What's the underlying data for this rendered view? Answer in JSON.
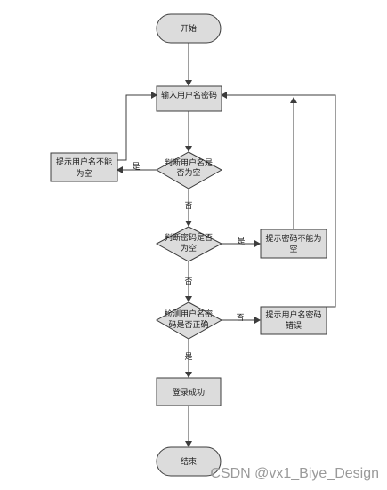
{
  "nodes": {
    "start": "开始",
    "input": "输入用户名密码",
    "check_user_line1": "判断用户名是",
    "check_user_line2": "否为空",
    "user_empty_line1": "提示用户名不能",
    "user_empty_line2": "为空",
    "check_pwd_line1": "判断密码是否",
    "check_pwd_line2": "为空",
    "pwd_empty_line1": "提示密码不能为",
    "pwd_empty_line2": "空",
    "verify_line1": "检测用户名密",
    "verify_line2": "码是否正确",
    "wrong_line1": "提示用户名密码",
    "wrong_line2": "错误",
    "success": "登录成功",
    "end": "结束"
  },
  "edges": {
    "user_yes": "是",
    "user_no": "否",
    "pwd_yes": "是",
    "pwd_no": "否",
    "verify_no": "否",
    "verify_yes": "是"
  },
  "watermark": "CSDN @vx1_Biye_Design"
}
